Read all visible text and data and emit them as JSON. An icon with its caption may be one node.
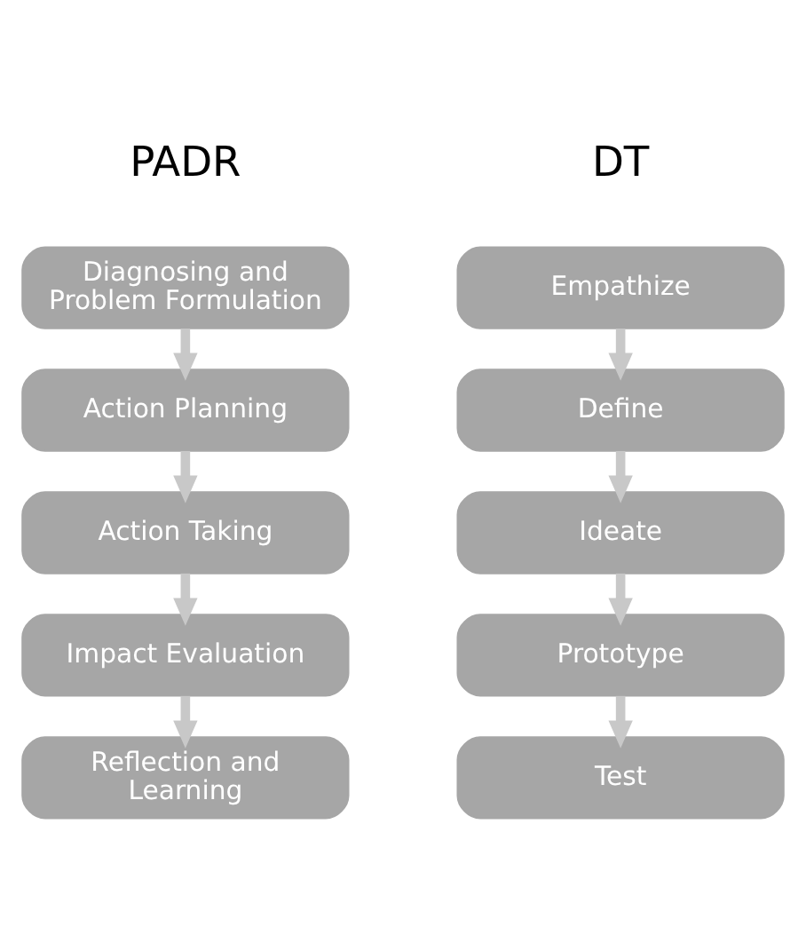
{
  "diagram": {
    "nodes": [
      {
        "text": [
          "Diagnosing and Problem Formulation"
        ]
      },
      {
        "text": [
          "Action Planning"
        ]
      },
      {
        "text": [
          "Action Taking"
        ]
      },
      {
        "text": [
          "Impact Evaluation"
        ]
      },
      {
        "text": [
          "Reflection and Learning"
        ]
      },
      {
        "text": [
          "Empathize"
        ]
      },
      {
        "text": [
          "Define"
        ]
      },
      {
        "text": [
          "Ideate"
        ]
      },
      {
        "text": [
          "Prototype"
        ]
      },
      {
        "text": [
          "Test"
        ]
      }
    ],
    "edges": [
      {
        "from": 0,
        "to": 1,
        "arrow": "to"
      },
      {
        "from": 1,
        "to": 2,
        "arrow": "to"
      },
      {
        "from": 2,
        "to": 3,
        "arrow": "to"
      },
      {
        "from": 3,
        "to": 4,
        "arrow": "to"
      },
      {
        "from": 5,
        "to": 6,
        "arrow": "to"
      },
      {
        "from": 6,
        "to": 7,
        "arrow": "to"
      },
      {
        "from": 7,
        "to": 8,
        "arrow": "to"
      },
      {
        "from": 8,
        "to": 9,
        "arrow": "to"
      }
    ],
    "labels": [
      "PADR",
      "DT"
    ]
  }
}
